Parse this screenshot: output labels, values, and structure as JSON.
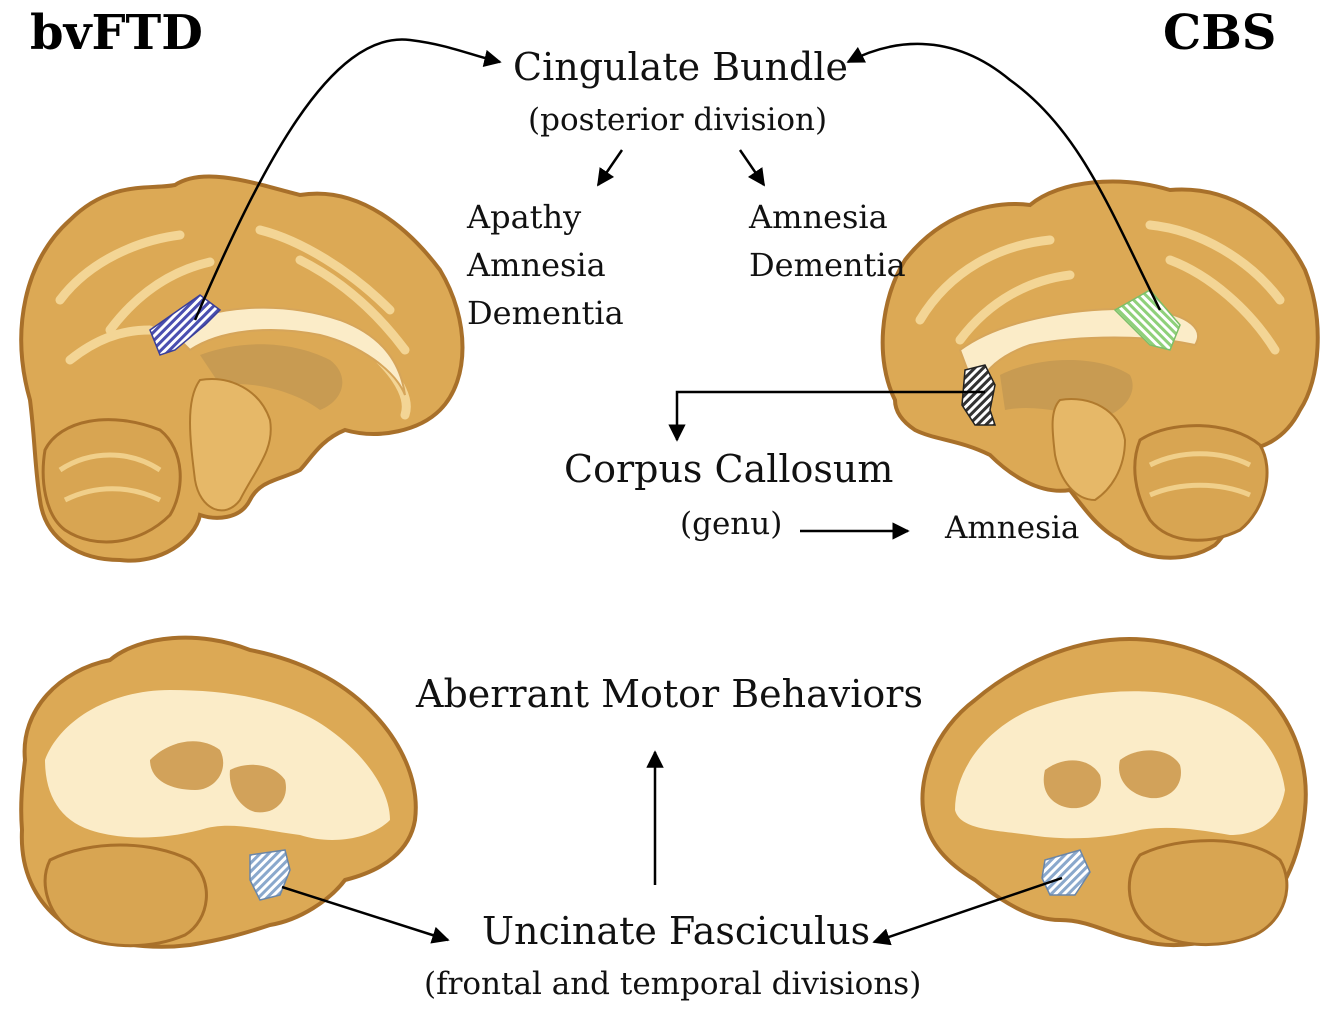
{
  "groups": {
    "left": "bvFTD",
    "right": "CBS"
  },
  "tracts": {
    "cingulate": {
      "name": "Cingulate Bundle",
      "division": "(posterior division)",
      "left_symptoms": [
        "Apathy",
        "Amnesia",
        "Dementia"
      ],
      "right_symptoms": [
        "Amnesia",
        "Dementia"
      ]
    },
    "corpus_callosum": {
      "name": "Corpus Callosum",
      "division": "(genu)",
      "symptom": "Amnesia"
    },
    "uncinate": {
      "name": "Uncinate Fasciculus",
      "division": "(frontal and temporal divisions)",
      "symptom": "Aberrant Motor Behaviors"
    }
  },
  "colors": {
    "brain_fill": "#e0b25c",
    "brain_edge": "#b07a2e",
    "white_matter": "#f6e3b6",
    "roi_blue": "#5058b8",
    "roi_green": "#9ed88c",
    "roi_black": "#333333",
    "roi_lightblue": "#a8c0dc",
    "arrow": "#000000"
  }
}
